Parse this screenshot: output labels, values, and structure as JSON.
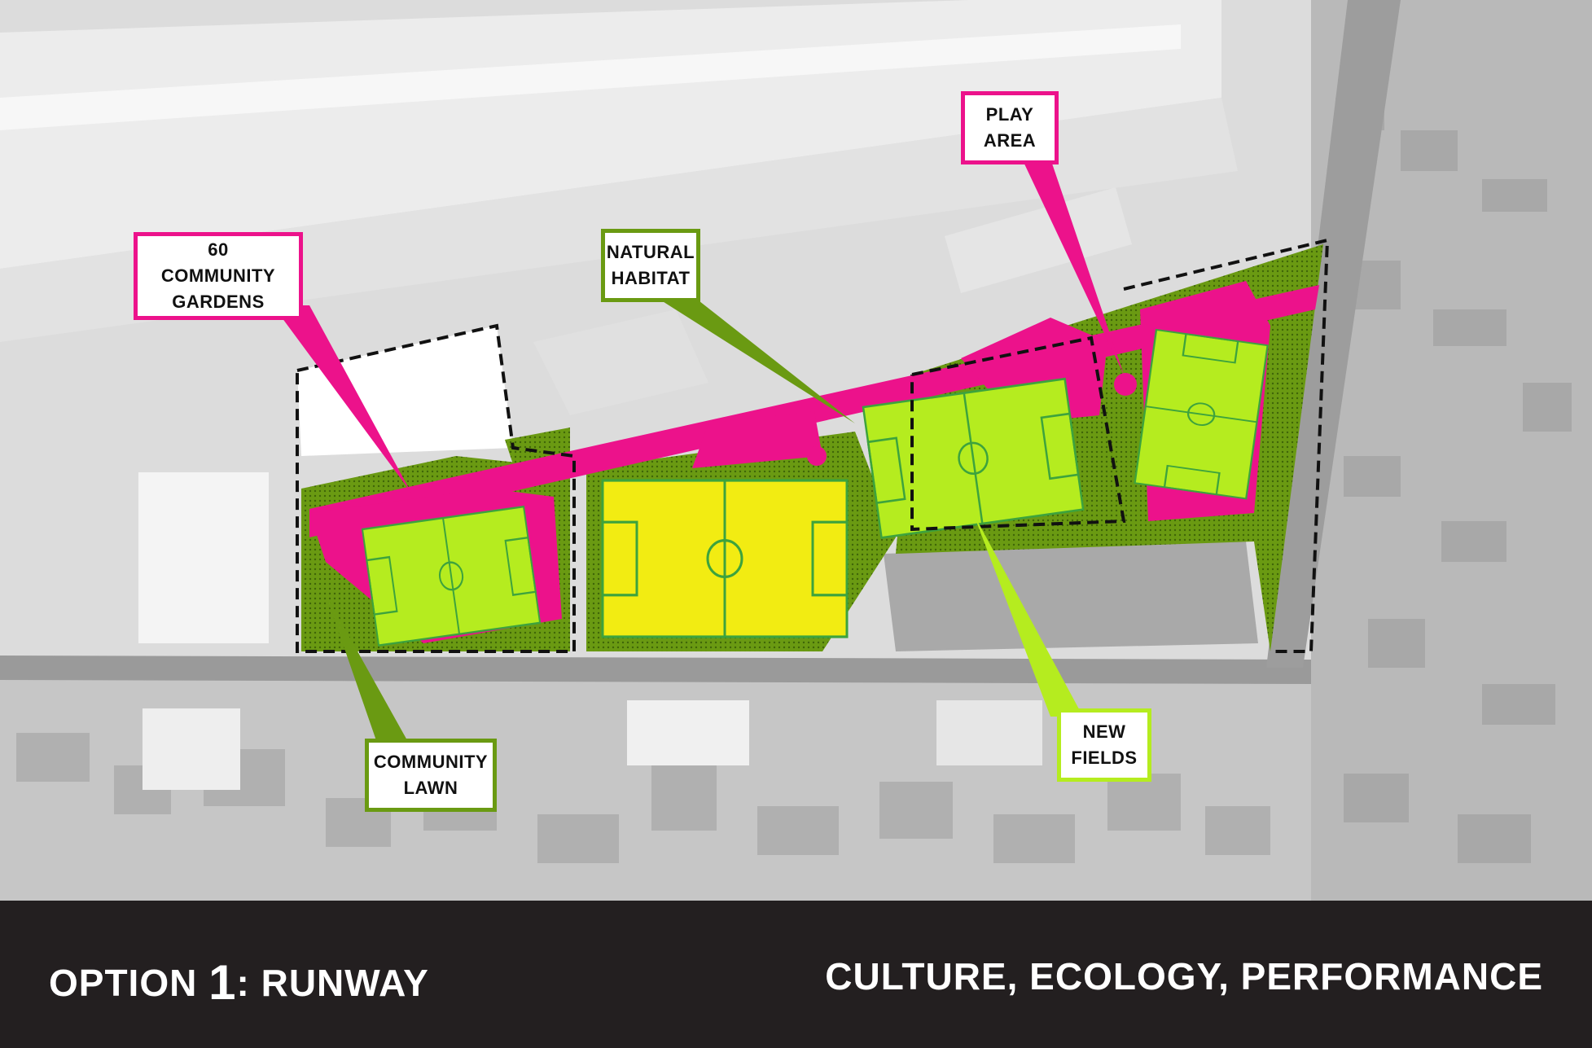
{
  "callouts": {
    "community_gardens": "60\nCOMMUNITY\nGARDENS",
    "natural_habitat": "NATURAL\nHABITAT",
    "play_area": "PLAY\nAREA",
    "community_lawn": "COMMUNITY\nLAWN",
    "new_fields": "NEW\nFIELDS"
  },
  "footer": {
    "title_prefix": "OPTION ",
    "title_number": "1",
    "title_suffix": ": RUNWAY",
    "tagline": "CULTURE, ECOLOGY, PERFORMANCE"
  },
  "colors": {
    "magenta": "#ec128b",
    "habitat_green": "#6a9a12",
    "field_lime": "#b5ec1f",
    "field_yellow": "#f2ec12",
    "footer_bg": "#231f20"
  },
  "legend_icons": {
    "soccer_field": "soccer-field-icon",
    "play_area": "play-area-dot-icon"
  }
}
